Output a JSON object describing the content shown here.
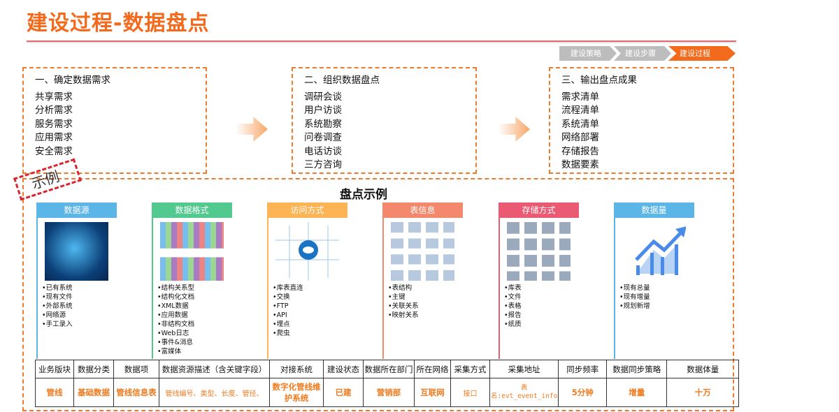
{
  "title": "建设过程-数据盘点",
  "breadcrumb": [
    "建设策略",
    "建设步骤",
    "建设过程"
  ],
  "steps": [
    {
      "heading": "一、确定数据需求",
      "items": [
        "共享需求",
        "分析需求",
        "服务需求",
        "应用需求",
        "安全需求"
      ]
    },
    {
      "heading": "二、组织数据盘点",
      "items": [
        "调研会谈",
        "用户访谈",
        "系统勘察",
        "问卷调查",
        "电话访谈",
        "三方咨询"
      ]
    },
    {
      "heading": "三、输出盘点成果",
      "items": [
        "需求清单",
        "流程清单",
        "系统清单",
        "网络部署",
        "存储报告",
        "数据要素"
      ]
    }
  ],
  "example": {
    "stamp": "示例",
    "title": "盘点示例",
    "cards": [
      {
        "title": "数据源",
        "color": "#5bb5e6",
        "items": [
          "已有系统",
          "现有文件",
          "外部系统",
          "网络源",
          "手工录入"
        ]
      },
      {
        "title": "数据格式",
        "color": "#52c98e",
        "items": [
          "结构关系型",
          "结构化文档",
          "XML数据",
          "应用数据",
          "非结构文档",
          "Web日志",
          "事件&消息",
          "富媒体"
        ]
      },
      {
        "title": "访问方式",
        "color": "#fdb455",
        "items": [
          "库表直连",
          "交换",
          "FTP",
          "API",
          "埋点",
          "爬虫"
        ]
      },
      {
        "title": "表信息",
        "color": "#f3886c",
        "items": [
          "表结构",
          "主键",
          "关联关系",
          "映射关系"
        ]
      },
      {
        "title": "存储方式",
        "color": "#ea5a72",
        "items": [
          "库表",
          "文件",
          "表格",
          "报告",
          "纸质"
        ]
      },
      {
        "title": "数据量",
        "color": "#5bb5e6",
        "items": [
          "现有总量",
          "现有增量",
          "规划新增"
        ]
      }
    ]
  },
  "table": {
    "headers": [
      "业务版块",
      "数据分类",
      "数据项",
      "数据资源描述（含关键字段）",
      "对接系统",
      "建设状态",
      "数据所在部门",
      "所在网络",
      "采集方式",
      "采集地址",
      "同步频率",
      "数据同步策略",
      "数据体量"
    ],
    "row": [
      "管线",
      "基础数据",
      "管线信息表",
      "管线编号、类型、长度、管径、",
      "数字化管线维护系统",
      "已建",
      "营销部",
      "互联网",
      "接口",
      "表名:evt_event_info",
      "5分钟",
      "增量",
      "十万"
    ]
  }
}
